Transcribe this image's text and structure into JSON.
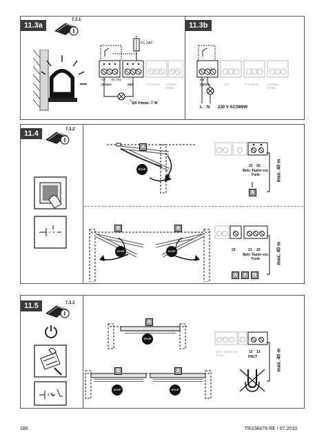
{
  "page": {
    "number": "186",
    "doc_ref": "TR10A078  RE / 07.2010"
  },
  "s113a": {
    "tag": "11.3a",
    "ref": "7.3.1",
    "fuse": "F1 2AT",
    "term_labels": [
      "5",
      "6",
      "0V",
      "24V",
      "P",
      "P+"
    ],
    "block_labels": [
      "Option",
      "24V",
      "P-Schloss",
      "Schloss-Ersatz"
    ],
    "lamp_label": "24 V/max. 7 W"
  },
  "s113b": {
    "tag": "11.3b",
    "term_labels": [
      "5",
      "6"
    ],
    "block_labels": [
      "Option",
      "24V",
      "P-Schloss",
      "Schloss-Ersatz"
    ],
    "lamp_label": "230 V AC/500W",
    "ln": [
      "L",
      "N"
    ]
  },
  "s114": {
    "tag": "11.4",
    "ref": "7.3.2",
    "top": {
      "sign": "A",
      "stop": "STOP",
      "term_labels": [
        "21",
        "20"
      ],
      "caption": "Betr.-Taster ext. Funk",
      "result": [
        "A"
      ],
      "length": "max. 40 m"
    },
    "bottom": {
      "signs": [
        "B",
        "A"
      ],
      "stop": "STOP",
      "term_labels": [
        "23",
        "21",
        "20"
      ],
      "caption": "Betr.-Taster ext. Funk",
      "result": [
        "A",
        "A",
        "B"
      ],
      "length": "max. 40 m"
    }
  },
  "s115": {
    "tag": "11.5",
    "ref": "7.3.3",
    "top": {
      "sign": "A",
      "stop": "STOP",
      "term_labels": [
        "12",
        "13"
      ],
      "caption": "HALT",
      "faded": "Betr.-Taster ext. Funk",
      "length": "max. 40 m"
    },
    "bottom": {
      "signs": [
        "B",
        "A"
      ],
      "stop": "STOP"
    }
  },
  "colors": {
    "tag_bg": "#3a3a3a",
    "stop_red": "#c8102e"
  }
}
